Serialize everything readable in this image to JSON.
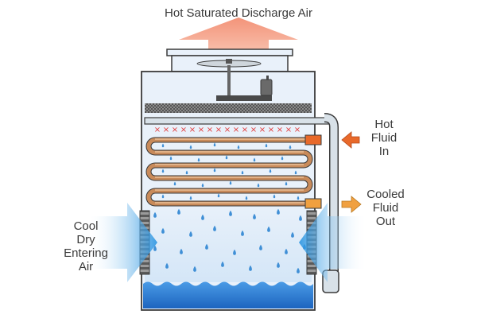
{
  "labels": {
    "top": "Hot Saturated Discharge Air",
    "inlet": [
      "Hot",
      "Fluid",
      "In"
    ],
    "outlet": [
      "Cooled",
      "Fluid",
      "Out"
    ],
    "air": [
      "Cool",
      "Dry",
      "Entering",
      "Air"
    ]
  },
  "colors": {
    "casing": "#e9f1fa",
    "casing_stroke": "#3a3a3a",
    "coil": "#c88a5a",
    "coil_highlight": "#f0c9a4",
    "water_basin": "#2f80d8",
    "spray_x": "#e23a3a",
    "discharge_arrow": "#f2876a",
    "inlet_arrow": "#e8692a",
    "outlet_arrow": "#f0a040",
    "air_in": "#1e8fe0",
    "droplet": "#3f8fd6",
    "pipe": "#d8e1e8"
  }
}
